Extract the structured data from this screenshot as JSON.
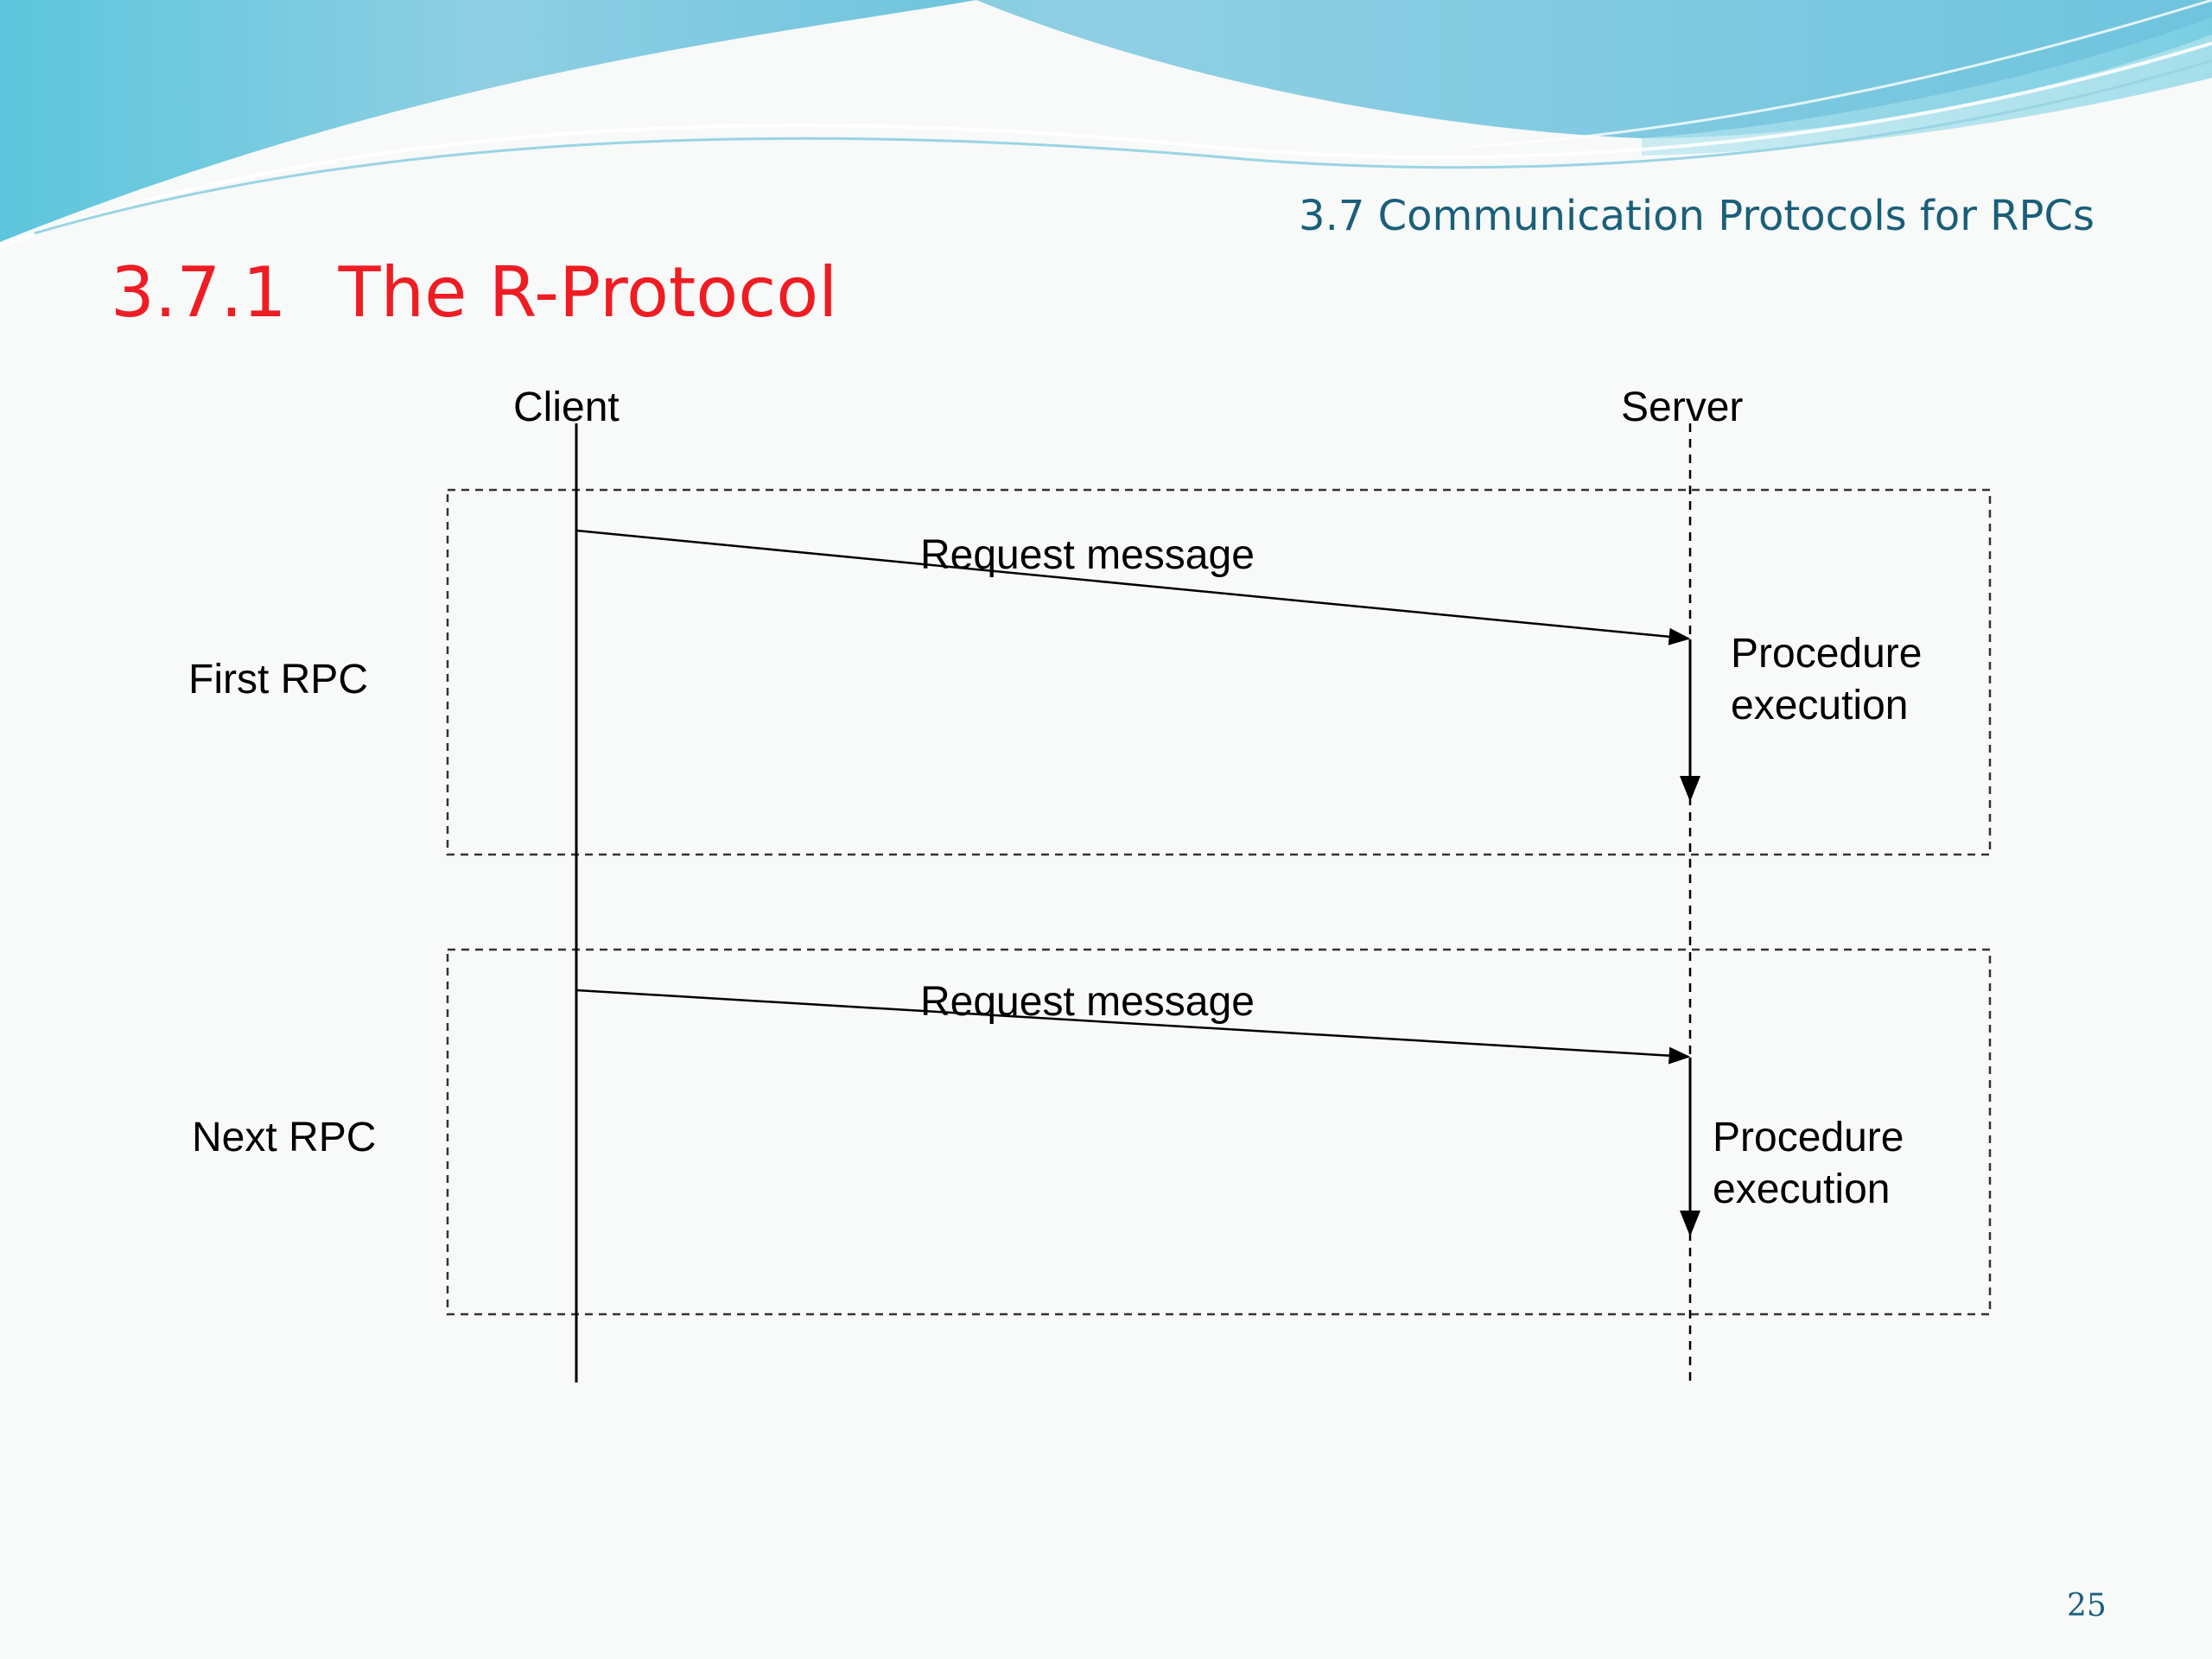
{
  "header": {
    "section_title": "3.7 Communication Protocols for RPCs",
    "slide_number": "3.7.1",
    "slide_title": "The R-Protocol"
  },
  "diagram": {
    "client_label": "Client",
    "server_label": "Server",
    "phases": [
      {
        "label": "First RPC",
        "message_label": "Request message",
        "execution_line1": "Procedure",
        "execution_line2": "execution"
      },
      {
        "label": "Next RPC",
        "message_label": "Request message",
        "execution_line1": "Procedure",
        "execution_line2": "execution"
      }
    ]
  },
  "footer": {
    "page_number": "25"
  },
  "colors": {
    "title_red": "#ee1d23",
    "section_teal": "#1a5f7a",
    "wave_blue": "#7ec9dd"
  }
}
